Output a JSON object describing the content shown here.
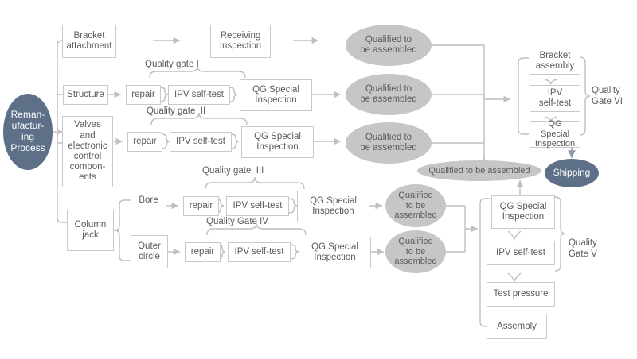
{
  "diagram": {
    "title": "Remanufacturing Process Quality Gate Flowchart",
    "colors": {
      "accent_blue": "#5d7088",
      "node_gray": "#c6c6c6",
      "box_border": "#c9c9c9",
      "text": "#5a5a5a",
      "line": "#bfbfbf"
    }
  },
  "start": {
    "label": "Reman-\nufactur-\ning\nProcess"
  },
  "streams": [
    {
      "name": "bracket",
      "source": "Bracket\nattachment"
    },
    {
      "name": "structure",
      "source": "Structure"
    },
    {
      "name": "valves",
      "source": "Valves and\nelectronic\ncontrol\ncompon-\nents"
    },
    {
      "name": "column-jack",
      "source": "Column\njack"
    }
  ],
  "column_jack_branches": [
    {
      "label": "Bore"
    },
    {
      "label": "Outer\ncircle"
    }
  ],
  "top_row": {
    "receiving_inspection": "Receiving\nInspection"
  },
  "repair_label": "repair",
  "ipv_label": "IPV self-test",
  "qg_special_label": "QG Special\nInspection",
  "gate_labels": {
    "gate1": "Quality gate I",
    "gate2": "Quality gate  II",
    "gate3": "Quality gate  III",
    "gate4": "Quality Gate IV",
    "gate5": "Quality\nGate V",
    "gate6": "Quality\nGate VI"
  },
  "qualified": {
    "two_line": "Qualified to\nbe assembled",
    "three_line": "Qualified\nto be\nassembled",
    "flat": "Qualified to be assembled"
  },
  "gate6_steps": [
    {
      "label": "Bracket\nassembly"
    },
    {
      "label": "IPV\nself-test"
    },
    {
      "label": "QG Special\nInspection"
    }
  ],
  "gate5_steps": [
    {
      "label": "QG Special\nInspection"
    },
    {
      "label": "IPV self-test"
    },
    {
      "label": "Test pressure"
    },
    {
      "label": "Assembly"
    }
  ],
  "shipping": {
    "label": "Shipping"
  }
}
